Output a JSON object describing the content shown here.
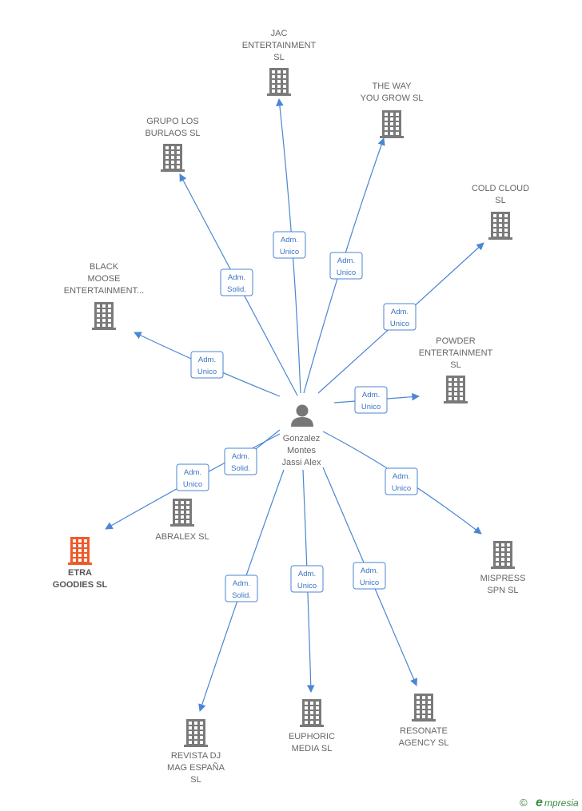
{
  "center": {
    "name_lines": [
      "Gonzalez",
      "Montes",
      "Jassi Alex"
    ],
    "icon": "person-icon"
  },
  "companies": [
    {
      "id": "jac",
      "label_lines": [
        "JAC",
        "ENTERTAINMENT",
        "SL"
      ],
      "role_lines": [
        "Adm.",
        "Unico"
      ],
      "highlight": false
    },
    {
      "id": "theway",
      "label_lines": [
        "THE WAY",
        "YOU GROW  SL"
      ],
      "role_lines": [
        "Adm.",
        "Unico"
      ],
      "highlight": false
    },
    {
      "id": "grupo",
      "label_lines": [
        "GRUPO LOS",
        "BURLAOS  SL"
      ],
      "role_lines": [
        "Adm.",
        "Solid."
      ],
      "highlight": false
    },
    {
      "id": "coldcloud",
      "label_lines": [
        "COLD CLOUD",
        "SL"
      ],
      "role_lines": [
        "Adm.",
        "Unico"
      ],
      "highlight": false
    },
    {
      "id": "blackmoose",
      "label_lines": [
        "BLACK",
        "MOOSE",
        "ENTERTAINMENT..."
      ],
      "role_lines": [
        "Adm.",
        "Unico"
      ],
      "highlight": false
    },
    {
      "id": "powder",
      "label_lines": [
        "POWDER",
        "ENTERTAINMENT",
        "SL"
      ],
      "role_lines": [
        "Adm.",
        "Unico"
      ],
      "highlight": false
    },
    {
      "id": "abralex",
      "label_lines": [
        "ABRALEX SL"
      ],
      "role_lines": [
        "Adm.",
        "Solid."
      ],
      "highlight": false
    },
    {
      "id": "etra",
      "label_lines": [
        "ETRA",
        "GOODIES  SL"
      ],
      "role_lines": [
        "Adm.",
        "Unico"
      ],
      "highlight": true
    },
    {
      "id": "mispress",
      "label_lines": [
        "MISPRESS",
        "SPN  SL"
      ],
      "role_lines": [
        "Adm.",
        "Unico"
      ],
      "highlight": false
    },
    {
      "id": "revista",
      "label_lines": [
        "REVISTA DJ",
        "MAG ESPAÑA",
        "SL"
      ],
      "role_lines": [
        "Adm.",
        "Solid."
      ],
      "highlight": false
    },
    {
      "id": "euphoric",
      "label_lines": [
        "EUPHORIC",
        "MEDIA  SL"
      ],
      "role_lines": [
        "Adm.",
        "Unico"
      ],
      "highlight": false
    },
    {
      "id": "resonate",
      "label_lines": [
        "RESONATE",
        "AGENCY  SL"
      ],
      "role_lines": [
        "Adm.",
        "Unico"
      ],
      "highlight": false
    }
  ],
  "colors": {
    "edge": "#4a86d3",
    "building": "#7a7a7a",
    "building_highlight": "#f05a2a",
    "person": "#777777",
    "brand": "#3b8a3e"
  },
  "footer": {
    "copyright_symbol": "©",
    "brand_initial": "e",
    "brand_rest": "mpresia"
  }
}
